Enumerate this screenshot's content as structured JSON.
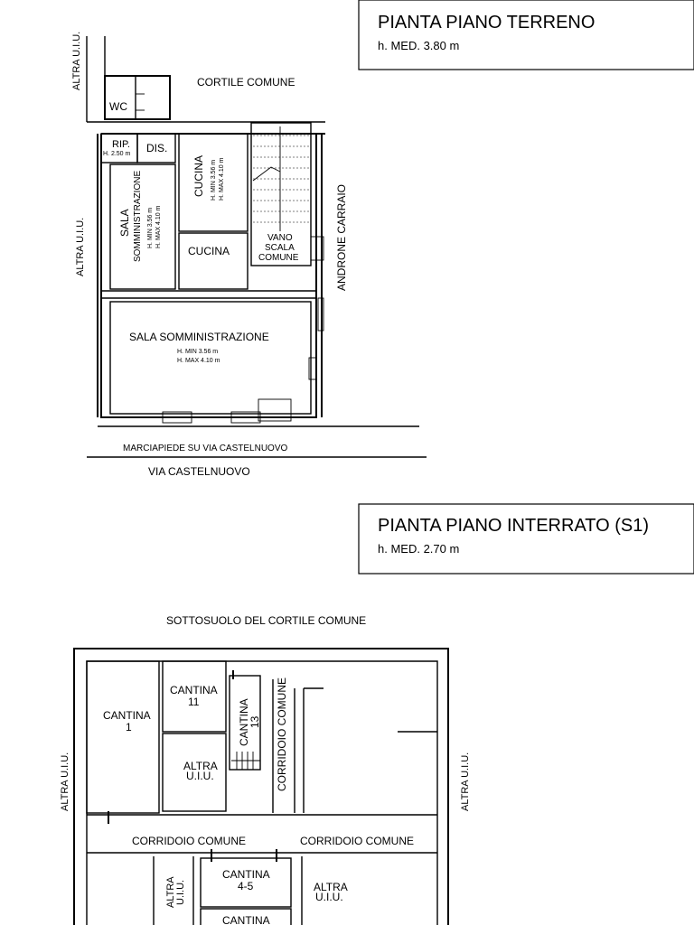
{
  "ground_floor": {
    "title": "PIANTA PIANO TERRENO",
    "height": "h. MED. 3.80 m",
    "labels": {
      "altra_top": "ALTRA U.I.U.",
      "altra_left": "ALTRA U.I.U.",
      "cortile": "CORTILE COMUNE",
      "wc": "WC",
      "rip": "RIP.",
      "rip_h": "H. 2.50 m",
      "dis": "DIS.",
      "cucina_v": "CUCINA",
      "cucina_v_hmin": "H. MIN 3.56 m",
      "cucina_v_hmax": "H. MAX 4.10 m",
      "sala_v": "SALA",
      "sala_v2": "SOMMINISTRAZIONE",
      "sala_v_hmin": "H. MIN 3.56 m",
      "sala_v_hmax": "H. MAX 4.10 m",
      "cucina": "CUCINA",
      "vano1": "VANO",
      "vano2": "SCALA",
      "vano3": "COMUNE",
      "androne": "ANDRONE CARRAIO",
      "sala_main": "SALA SOMMINISTRAZIONE",
      "sala_main_hmin": "H. MIN 3.56 m",
      "sala_main_hmax": "H. MAX 4.10 m",
      "marciapiede": "MARCIAPIEDE SU VIA CASTELNUOVO",
      "via": "VIA CASTELNUOVO"
    }
  },
  "basement": {
    "title": "PIANTA PIANO INTERRATO (S1)",
    "height": "h. MED. 2.70 m",
    "labels": {
      "sottosuolo": "SOTTOSUOLO DEL CORTILE COMUNE",
      "altra_left": "ALTRA U.I.U.",
      "altra_right": "ALTRA U.I.U.",
      "cantina1_a": "CANTINA",
      "cantina1_b": "1",
      "cantina11_a": "CANTINA",
      "cantina11_b": "11",
      "cantina13": "CANTINA",
      "cantina13_b": "13",
      "altra_mid_a": "ALTRA",
      "altra_mid_b": "U.I.U.",
      "corridoio_v": "CORRIDOIO COMUNE",
      "corridoio_left": "CORRIDOIO COMUNE",
      "corridoio_right": "CORRIDOIO COMUNE",
      "altra_small_a": "ALTRA",
      "altra_small_b": "U.I.U.",
      "cantina45_a": "CANTINA",
      "cantina45_b": "4-5",
      "altra_right_a": "ALTRA",
      "altra_right_b": "U.I.U.",
      "cantina_bottom": "CANTINA"
    }
  }
}
